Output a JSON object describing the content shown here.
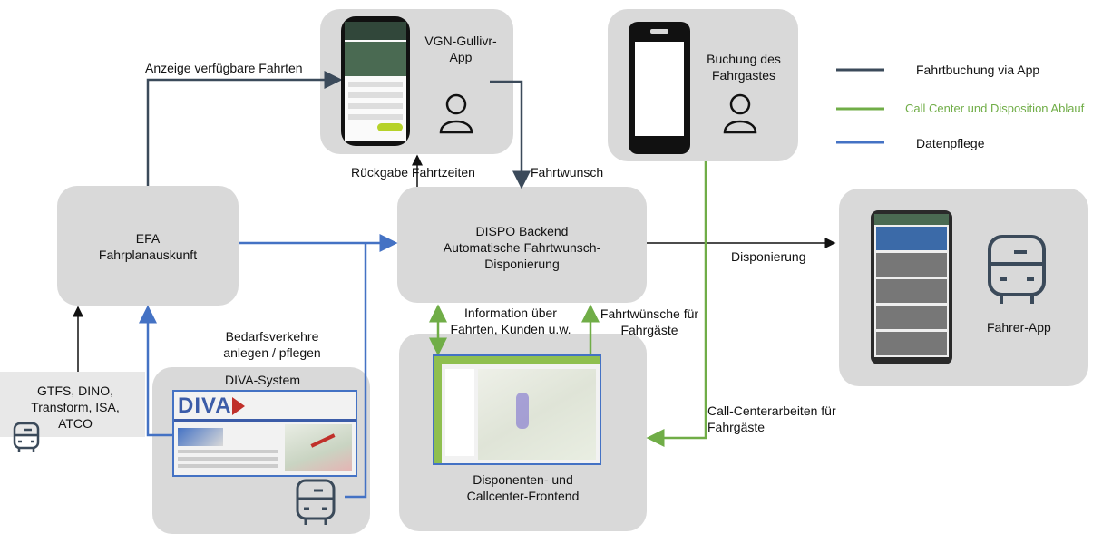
{
  "legend": {
    "app": {
      "label": "Fahrtbuchung via App",
      "color": "#3b4a5a"
    },
    "callcenter": {
      "label": "Call Center und Disposition Ablauf",
      "color": "#70ad47"
    },
    "data": {
      "label": "Datenpflege",
      "color": "#4472c4"
    }
  },
  "nodes": {
    "gulliver": "VGN-Gullivr-\nApp",
    "buchung": "Buchung des\nFahrgastes",
    "efa": "EFA\nFahrplanauskunft",
    "dispo": "DISPO Backend\nAutomatische Fahrtwunsch-\nDisponierung",
    "fahrer": "Fahrer-App",
    "diva": "DIVA-System",
    "frontend": "Disponenten- und\nCallcenter-Frontend",
    "gtfs": "GTFS, DINO,\nTransform, ISA,\nATCO"
  },
  "edges": {
    "anzeige": "Anzeige verfügbare Fahrten",
    "rueckgabe": "Rückgabe Fahrtzeiten",
    "fahrtwunsch": "Fahrtwunsch",
    "disponierung": "Disponierung",
    "bedarf": "Bedarfsverkehre\nanlegen / pflegen",
    "information": "Information über\nFahrten, Kunden u.w.",
    "fahrtwuensche": "Fahrtwünsche für\nFahrgäste",
    "callcenter": "Call-Centerarbeiten für\nFahrgäste"
  },
  "logo": "DIVA",
  "icons": [
    "person-icon",
    "bus-icon",
    "phone-icon"
  ]
}
